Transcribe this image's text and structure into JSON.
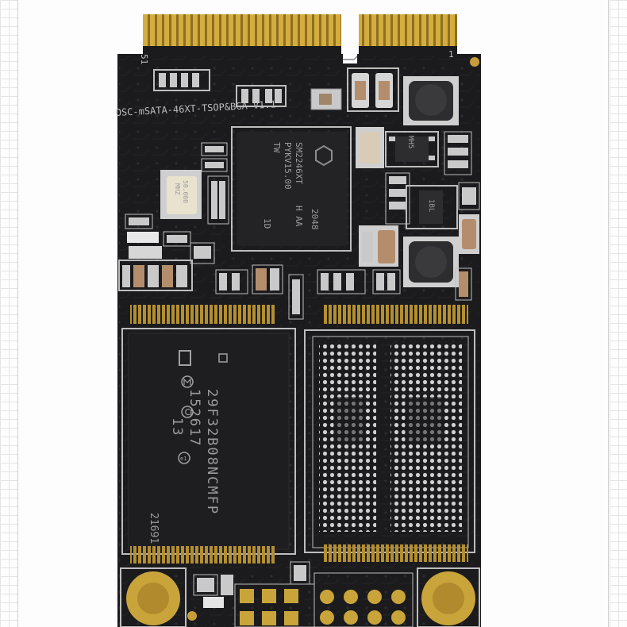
{
  "board": {
    "pin_label_left": "51",
    "pin_label_right": "1",
    "silkscreen_model": "OSC-mSATA-46XT-TSOP&BGA-V1.1"
  },
  "controller": {
    "line1": "SM2246XT",
    "line2": "PYKV15.00",
    "line3": "TW",
    "line4": "H AA",
    "line5": "2048",
    "line6": "1D"
  },
  "crystal": {
    "line1": "50.000",
    "line2": "MHZ"
  },
  "components": {
    "regulator_top": "MH5",
    "regulator_mid": "1BL"
  },
  "nand": {
    "line1": "29F32B08NCMFP",
    "line2": "152617",
    "line3": "13",
    "line4": "e1",
    "line5": "21691"
  },
  "colors": {
    "pcb": "#1b1b1d",
    "gold": "#c9a43a",
    "pad_silver": "#c8c8c8",
    "trace": "#2a2a2c"
  },
  "icons": {
    "brand_logo": "controller-logo-icon",
    "m_mark": "m-circle-icon",
    "c_mark": "copyright-icon"
  }
}
